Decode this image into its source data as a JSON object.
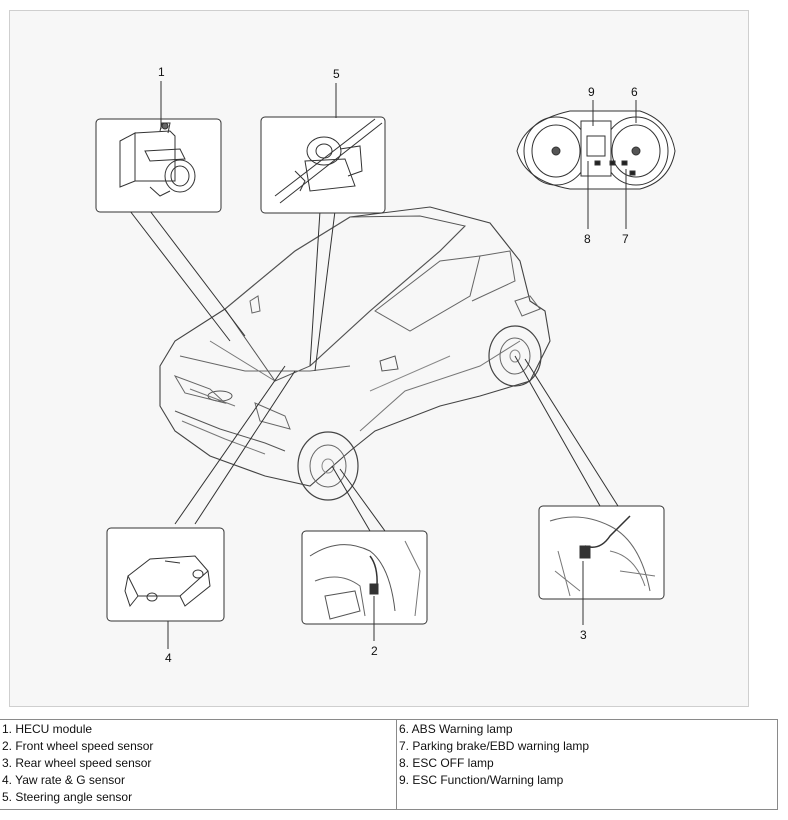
{
  "figure": {
    "callouts": [
      "1",
      "2",
      "3",
      "4",
      "5",
      "6",
      "7",
      "8",
      "9"
    ]
  },
  "legend": {
    "left": [
      "1. HECU module",
      "2. Front wheel speed sensor",
      "3. Rear wheel speed sensor",
      "4. Yaw rate & G sensor",
      "5. Steering angle sensor"
    ],
    "right": [
      "6. ABS Warning lamp",
      "7. Parking brake/EBD warning lamp",
      "8. ESC OFF lamp",
      "9. ESC Function/Warning lamp"
    ]
  }
}
